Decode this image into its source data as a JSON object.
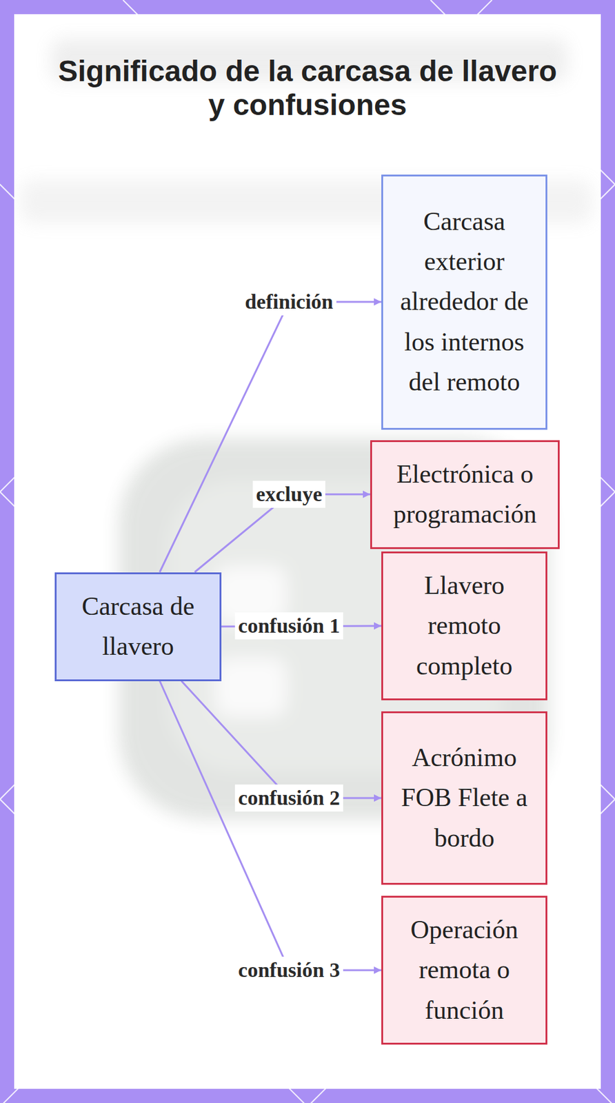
{
  "diagram": {
    "title": "Significado de la carcasa de llavero y confusiones",
    "nodes": [
      {
        "text": [
          "Carcasa de llavero"
        ]
      },
      {
        "text": [
          "Carcasa exterior alrededor de los internos del remoto"
        ]
      },
      {
        "text": [
          "Electrónica o programación"
        ]
      },
      {
        "text": [
          "Llavero remoto completo"
        ]
      },
      {
        "text": [
          "Acrónimo FOB Flete a bordo"
        ]
      },
      {
        "text": [
          "Operación remota o función"
        ]
      }
    ],
    "edges": [
      {
        "from": 0,
        "to": 1,
        "label": "definición",
        "arrow": "to"
      },
      {
        "from": 0,
        "to": 2,
        "label": "excluye",
        "arrow": "to"
      },
      {
        "from": 0,
        "to": 3,
        "label": "confusión 1",
        "arrow": "to"
      },
      {
        "from": 0,
        "to": 4,
        "label": "confusión 2",
        "arrow": "to"
      },
      {
        "from": 0,
        "to": 5,
        "label": "confusión 3",
        "arrow": "to"
      }
    ]
  }
}
